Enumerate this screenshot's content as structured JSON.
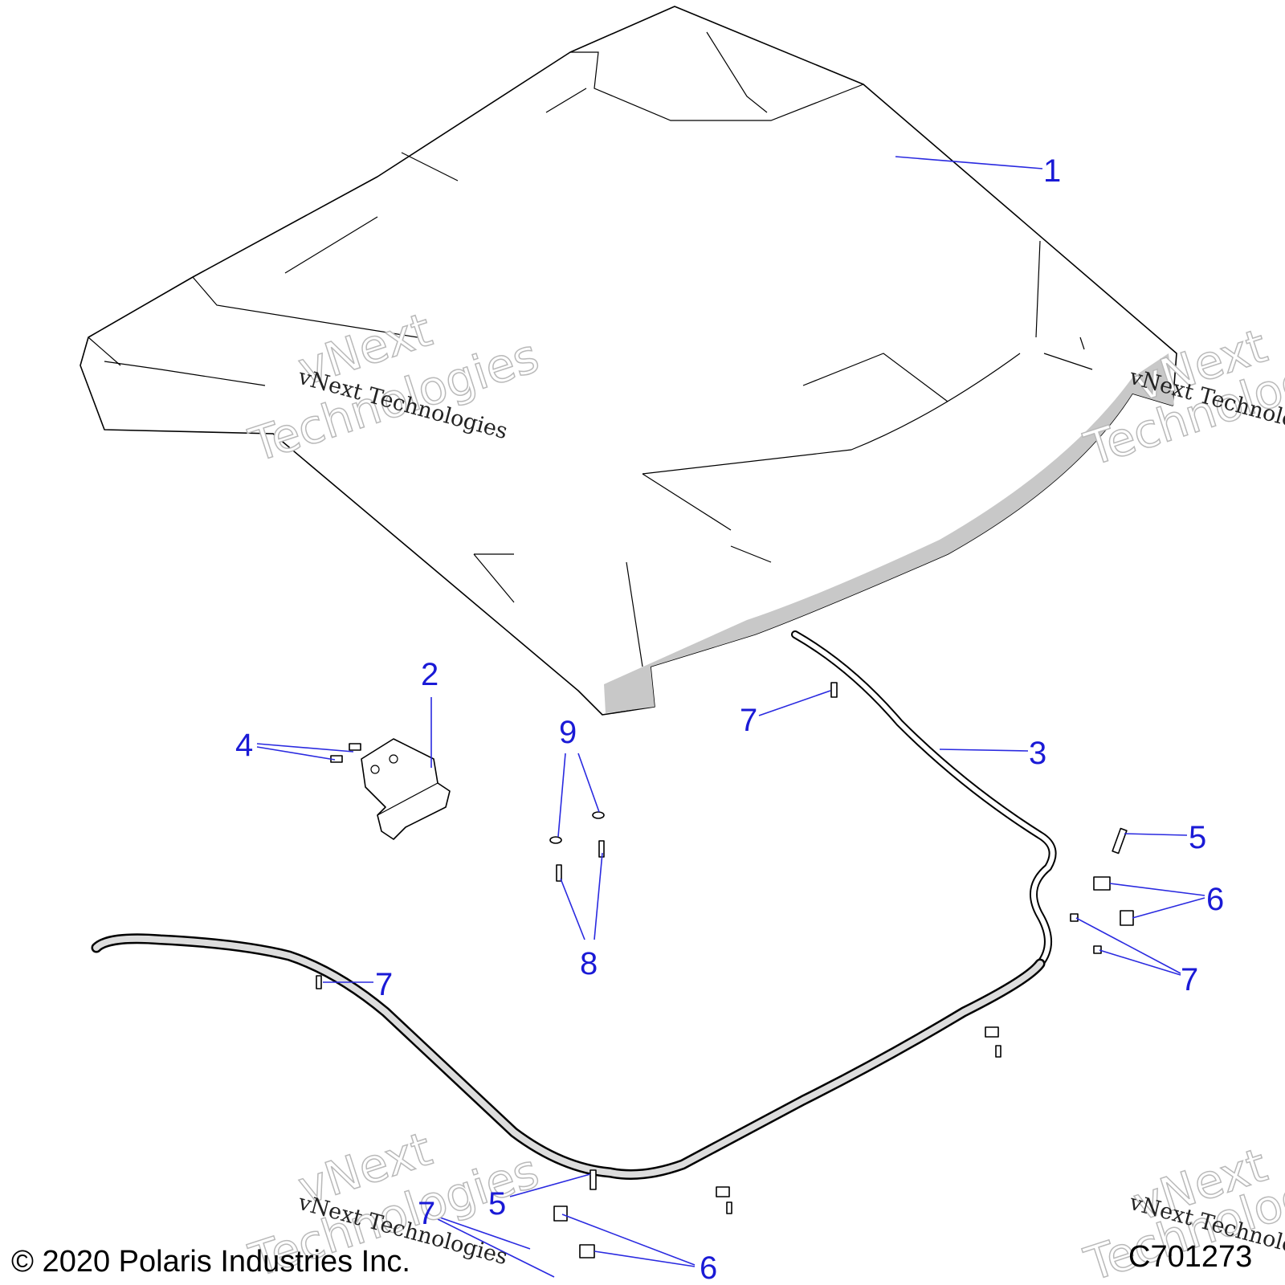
{
  "callouts": [
    "1",
    "2",
    "3",
    "4",
    "5",
    "6",
    "7",
    "8",
    "9",
    "5",
    "6",
    "7",
    "7",
    "7"
  ],
  "watermarks": {
    "brand": "vNext Technologies",
    "brand_word1": "vNext",
    "brand_word2": "Technologies"
  },
  "footer": {
    "copyright": "© 2020 Polaris Industries Inc.",
    "drawing_code": "C701273"
  },
  "colors": {
    "callout": "#1a1ad6",
    "linework": "#000000",
    "shading": "#c8c8c8",
    "background": "#ffffff"
  }
}
